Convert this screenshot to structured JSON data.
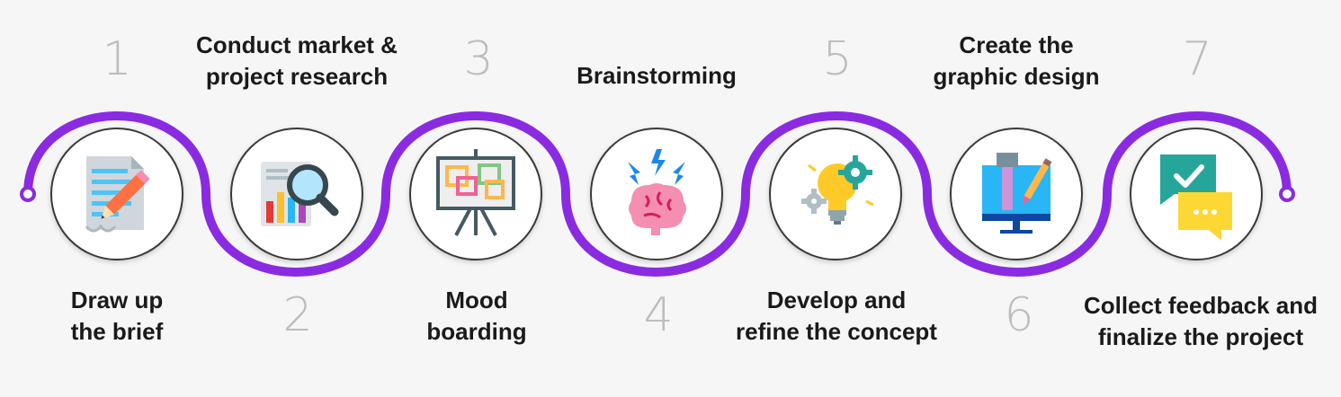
{
  "accent_color": "#8a2be2",
  "number_color": "#bdbdbd",
  "steps": [
    {
      "number": "1",
      "label_line1": "Draw up",
      "label_line2": "the brief",
      "icon": "document-pencil-icon"
    },
    {
      "number": "2",
      "label_line1": "Conduct market &",
      "label_line2": "project research",
      "icon": "magnifier-chart-icon"
    },
    {
      "number": "3",
      "label_line1": "Mood",
      "label_line2": "boarding",
      "icon": "easel-board-icon"
    },
    {
      "number": "4",
      "label_line1": "Brainstorming",
      "label_line2": "",
      "icon": "brain-lightning-icon"
    },
    {
      "number": "5",
      "label_line1": "Develop and",
      "label_line2": "refine the concept",
      "icon": "lightbulb-gears-icon"
    },
    {
      "number": "6",
      "label_line1": "Create the",
      "label_line2": "graphic design",
      "icon": "monitor-brush-icon"
    },
    {
      "number": "7",
      "label_line1": "Collect feedback and",
      "label_line2": "finalize the project",
      "icon": "chat-check-icon"
    }
  ]
}
